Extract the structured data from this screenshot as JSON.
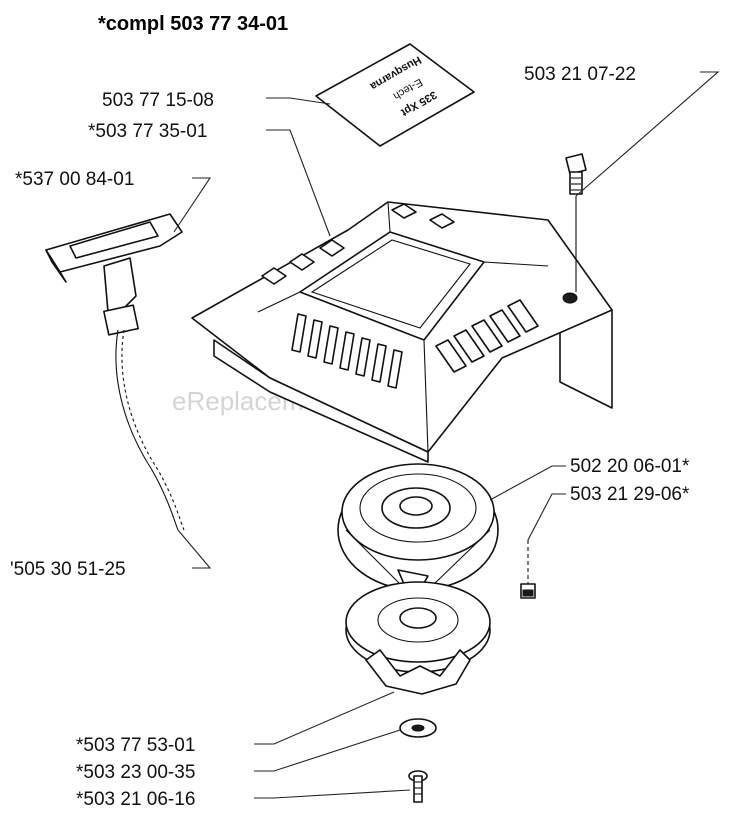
{
  "title": "*compl 503 77 34-01",
  "watermark": "eReplacementParts.com",
  "decal": {
    "line1": "Husqvarna",
    "line2": "E-tech",
    "line3": "335 Xpt"
  },
  "labels": {
    "decal_part": "503 77 15-08",
    "starter_housing": "*503 77 35-01",
    "handle": "*537 00 84-01",
    "rope": "'505 30 51-25",
    "screw_top": "503 21 07-22",
    "spring_cassette": "502 20 06-01*",
    "spring_screw": "503 21 29-06*",
    "pulley": "*503 77 53-01",
    "washer": "*503 23 00-35",
    "center_screw": "*503 21 06-16"
  }
}
